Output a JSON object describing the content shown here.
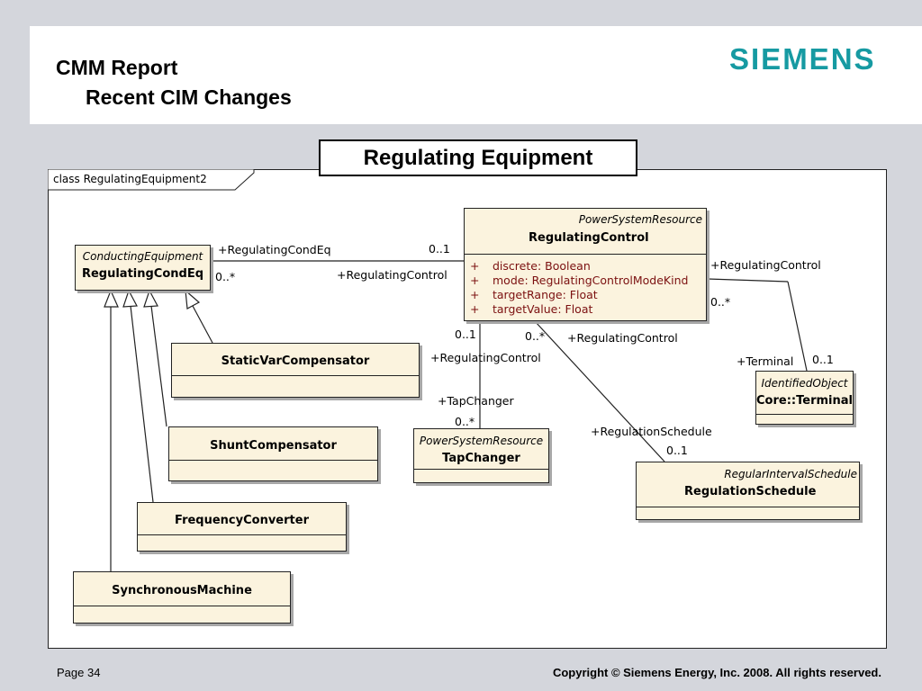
{
  "header": {
    "title_line1": "CMM Report",
    "title_line2": "Recent CIM Changes",
    "logo": "SIEMENS",
    "logo_color": "#169aa2"
  },
  "section_title": "Regulating Equipment",
  "diagram": {
    "frame_label": "class RegulatingEquipment2",
    "classes": {
      "regulating_control": {
        "stereotype": "PowerSystemResource",
        "name": "RegulatingControl",
        "attributes": [
          {
            "vis": "+",
            "text": "discrete:  Boolean"
          },
          {
            "vis": "+",
            "text": "mode:  RegulatingControlModeKind"
          },
          {
            "vis": "+",
            "text": "targetRange:  Float"
          },
          {
            "vis": "+",
            "text": "targetValue:  Float"
          }
        ]
      },
      "regulating_cond_eq": {
        "stereotype": "ConductingEquipment",
        "name": "RegulatingCondEq"
      },
      "static_var_compensator": {
        "name": "StaticVarCompensator"
      },
      "shunt_compensator": {
        "name": "ShuntCompensator"
      },
      "frequency_converter": {
        "name": "FrequencyConverter"
      },
      "synchronous_machine": {
        "name": "SynchronousMachine"
      },
      "tap_changer": {
        "stereotype": "PowerSystemResource",
        "name": "TapChanger"
      },
      "regulation_schedule": {
        "stereotype": "RegularIntervalSchedule",
        "name": "RegulationSchedule"
      },
      "terminal": {
        "stereotype": "IdentifiedObject",
        "name": "Core::Terminal"
      }
    },
    "labels": {
      "rce_role": "+RegulatingCondEq",
      "rce_mult_rc": "0..1",
      "rce_mult_eq": "0..*",
      "rce_rc_role": "+RegulatingControl",
      "term_rc_role": "+RegulatingControl",
      "term_rc_mult": "0..*",
      "term_role": "+Terminal",
      "term_mult": "0..1",
      "tc_rc_mult": "0..1",
      "tc_rc_role": "+RegulatingControl",
      "tc_role": "+TapChanger",
      "tc_mult": "0..*",
      "rs_rc_mult": "0..*",
      "rs_rc_role": "+RegulatingControl",
      "rs_role": "+RegulationSchedule",
      "rs_mult": "0..1"
    }
  },
  "footer": {
    "page": "Page 34",
    "copyright": "Copyright © Siemens Energy, Inc. 2008. All rights reserved."
  }
}
